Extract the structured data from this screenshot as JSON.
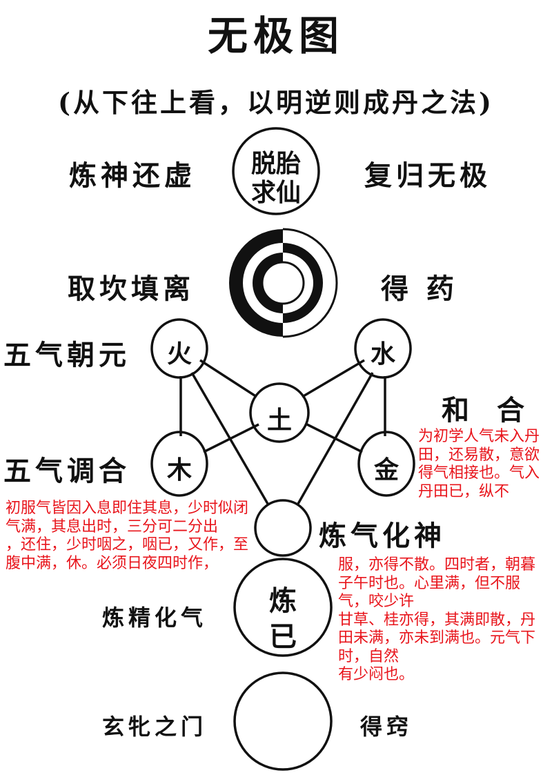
{
  "title": "无极图",
  "subtitle": "(从下往上看，以明逆则成丹之法)",
  "stages": {
    "top_left": "炼神还虚",
    "top_circle": [
      "脱胎",
      "求仙"
    ],
    "top_right": "复归无极",
    "kanli_left": "取坎填离",
    "kanli_right": "得 药",
    "five_qi_left": "五气朝元",
    "fire": "火",
    "water": "水",
    "earth": "土",
    "harmony_right": "和合",
    "five_qi_harmony_left": "五气调合",
    "wood": "木",
    "metal": "金",
    "qi_to_shen": "炼气化神",
    "jing_to_qi": "炼精化气",
    "lian_ji": [
      "炼",
      "已"
    ],
    "xuanpin": "玄牝之门",
    "de_qiao": "得窍"
  },
  "note_lines": [
    "初服气皆因入息即住其息，少时似闭气满，其息出时，三分可二分出",
    "，还住，少时咽之，咽已，又作，至腹中满，休。必须日夜四时作，",
    "为初学人气未入丹田，还易散，意欲得气相接也。气入丹田已，纵不",
    "服，亦得不散。四时者，朝暮子午时也。心里满，但不服气，咬少许",
    "甘草、桂亦得，其满即散，丹田未满，亦未到满也。元气下时，自然",
    "有少闷也。"
  ],
  "colors": {
    "ink": "#111111",
    "note": "#e8141b"
  }
}
